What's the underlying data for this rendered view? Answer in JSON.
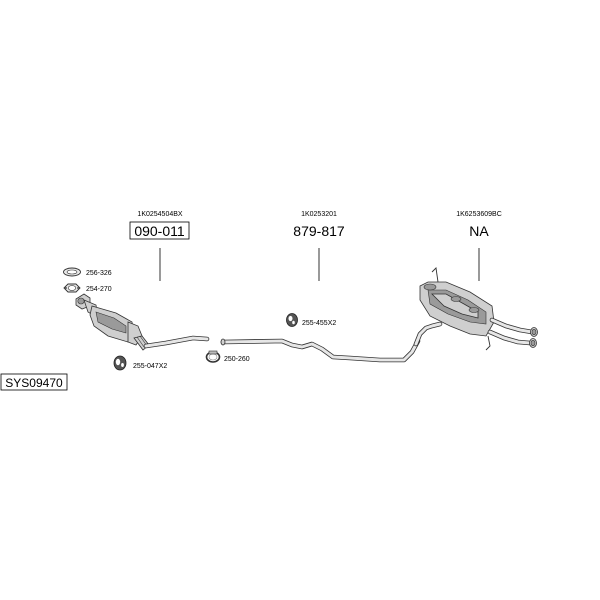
{
  "system_code": "SYS09470",
  "groups": [
    {
      "id": "catalyst",
      "oem": "1K0254504BX",
      "part_number": "090-011",
      "boxed": true
    },
    {
      "id": "middle-pipe",
      "oem": "1K0253201",
      "part_number": "879-817",
      "boxed": false
    },
    {
      "id": "rear-silencer",
      "oem": "1K6253609BC",
      "part_number": "NA",
      "boxed": false
    }
  ],
  "accessories": [
    {
      "id": "gasket-1",
      "code": "256-326",
      "icon": "gasket-ring-icon"
    },
    {
      "id": "gasket-2",
      "code": "254-270",
      "icon": "flange-gasket-icon"
    },
    {
      "id": "hanger-1",
      "code": "255-047X2",
      "icon": "rubber-hanger-icon"
    },
    {
      "id": "clamp-1",
      "code": "250-260",
      "icon": "pipe-clamp-icon"
    },
    {
      "id": "hanger-2",
      "code": "255-455X2",
      "icon": "rubber-hanger-icon"
    }
  ]
}
